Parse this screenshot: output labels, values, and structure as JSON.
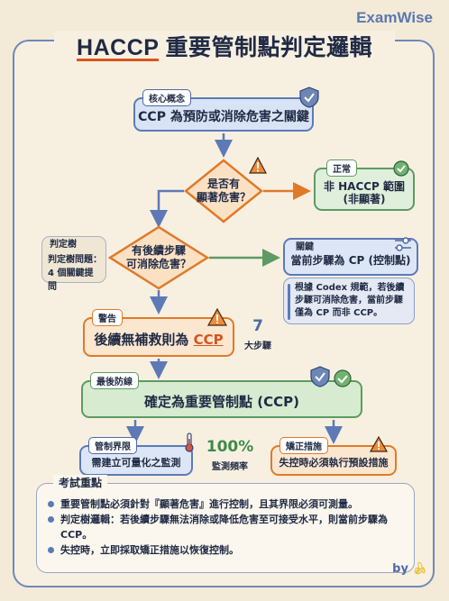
{
  "brand": "ExamWise",
  "title": "HACCP 重要管制點判定邏輯",
  "title_prefix": "HACCP",
  "title_rest": " 重要管制點判定邏輯",
  "core": {
    "tag": "核心概念",
    "text": "CCP 為預防或消除危害之關鍵"
  },
  "q1": {
    "line1": "是否有",
    "line2": "顯著危害？"
  },
  "normal": {
    "tag": "正常",
    "line1": "非 HACCP 範圍",
    "line2": "(非顯著)"
  },
  "tree": {
    "tag": "判定樹",
    "line1": "判定樹問題：",
    "line2": "4 個關鍵提問"
  },
  "q2": {
    "line1": "有後續步驟",
    "line2": "可消除危害？"
  },
  "key": {
    "tag": "關鍵",
    "text": "當前步驟為 CP (控制點)"
  },
  "note": {
    "line1": "根據 Codex 規範，若後續",
    "line2": "步驟可消除危害，當前步驟",
    "line3": "僅為 CP 而非 CCP。"
  },
  "warn": {
    "tag": "警告",
    "text_pre": "後續無補救則為 ",
    "text_ccp": "CCP"
  },
  "steps": {
    "number": "7",
    "label": "大步驟"
  },
  "final": {
    "tag": "最後防線",
    "text": "確定為重要管制點 (CCP)"
  },
  "crit": {
    "tag": "管制界限",
    "text": "需建立可量化之監測"
  },
  "monitor": {
    "number": "100%",
    "label": "監測頻率"
  },
  "corr": {
    "tag": "矯正措施",
    "text": "失控時必須執行預設措施"
  },
  "exam": {
    "head": "考試重點",
    "points": [
      "重要管制點必須針對『顯著危害』進行控制，且其界限必須可測量。",
      "判定樹邏輯：若後續步驟無法消除或降低危害至可接受水平，則當前步驟為 CCP。",
      "失控時，立即採取矯正措施以恢復控制。"
    ]
  },
  "signature": "by",
  "colors": {
    "blue": "#5d7ab6",
    "green": "#5e9a63",
    "orange": "#e07a2a",
    "accent": "#d9531e"
  }
}
